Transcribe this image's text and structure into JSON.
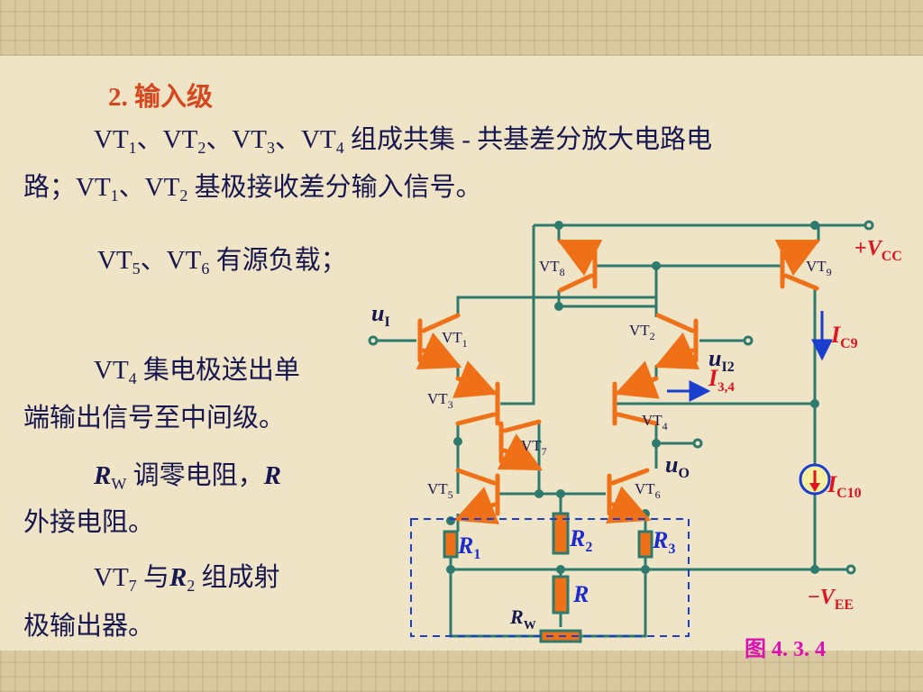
{
  "heading": "2. 输入级",
  "paragraphs": {
    "p1": {
      "line1": [
        {
          "text": "VT"
        },
        {
          "sub": "1"
        },
        {
          "text": "、VT"
        },
        {
          "sub": "2"
        },
        {
          "text": "、VT"
        },
        {
          "sub": "3"
        },
        {
          "text": "、VT"
        },
        {
          "sub": "4"
        },
        {
          "text": " 组成共集 - 共基差分放大电路电"
        }
      ],
      "line2": [
        {
          "text": "路；VT"
        },
        {
          "sub": "1"
        },
        {
          "text": "、VT"
        },
        {
          "sub": "2"
        },
        {
          "text": " 基极接收差分输入信号。"
        }
      ]
    },
    "p2": [
      {
        "text": "VT"
      },
      {
        "sub": "5"
      },
      {
        "text": "、VT"
      },
      {
        "sub": "6"
      },
      {
        "text": " 有源负载；"
      }
    ],
    "p3": {
      "line1": [
        {
          "text": "VT"
        },
        {
          "sub": "4"
        },
        {
          "text": "  集电极送出单"
        }
      ],
      "line2": [
        {
          "text": "端输出信号至中间级。"
        }
      ]
    },
    "p4": {
      "line1": [
        {
          "var": "R"
        },
        {
          "sub": "W"
        },
        {
          "text": "  调零电阻，"
        },
        {
          "var": "R"
        }
      ],
      "line2": [
        {
          "text": "外接电阻。"
        }
      ]
    },
    "p5": {
      "line1": [
        {
          "text": "VT"
        },
        {
          "sub": "7"
        },
        {
          "text": "  与"
        },
        {
          "var": "R"
        },
        {
          "sub": "2"
        },
        {
          "text": "  组成射"
        }
      ],
      "line2": [
        {
          "text": "极输出器。"
        }
      ]
    }
  },
  "circuit": {
    "labels": {
      "vt1": {
        "main": "VT",
        "sub": "1"
      },
      "vt2": {
        "main": "VT",
        "sub": "2"
      },
      "vt3": {
        "main": "VT",
        "sub": "3"
      },
      "vt4": {
        "main": "VT",
        "sub": "4"
      },
      "vt5": {
        "main": "VT",
        "sub": "5"
      },
      "vt6": {
        "main": "VT",
        "sub": "6"
      },
      "vt7": {
        "main": "VT",
        "sub": "7"
      },
      "vt8": {
        "main": "VT",
        "sub": "8"
      },
      "vt9": {
        "main": "VT",
        "sub": "9"
      },
      "vcc": {
        "sign": "+",
        "main": "V",
        "sub": "CC"
      },
      "vee": {
        "sign": "−",
        "main": "V",
        "sub": "EE"
      },
      "ic9": {
        "main": "I",
        "sub": "C9"
      },
      "ic10": {
        "main": "I",
        "sub": "C10"
      },
      "i34": {
        "main": "I",
        "sub": "3,4"
      },
      "ui": {
        "main": "u",
        "sub": "I"
      },
      "ui2": {
        "main": "u",
        "sub": "I2"
      },
      "uo": {
        "main": "u",
        "sub": "O"
      },
      "r1": {
        "main": "R",
        "sub": "1"
      },
      "r2": {
        "main": "R",
        "sub": "2"
      },
      "r3": {
        "main": "R",
        "sub": "3"
      },
      "r": {
        "main": "R"
      },
      "rw": {
        "main": "R",
        "sub": "W"
      }
    },
    "figure_label": "图 4. 3. 4"
  },
  "colors": {
    "wire": "#2e7a6e",
    "transistor": "#f07018",
    "resistor_fill": "#f07018",
    "text_dark": "#161650",
    "label_red": "#e0141e",
    "heading": "#d8461d",
    "figure_label": "#e010b0",
    "current_arrow": "#1a3fd0",
    "dashed_box": "#1a3fd0"
  }
}
